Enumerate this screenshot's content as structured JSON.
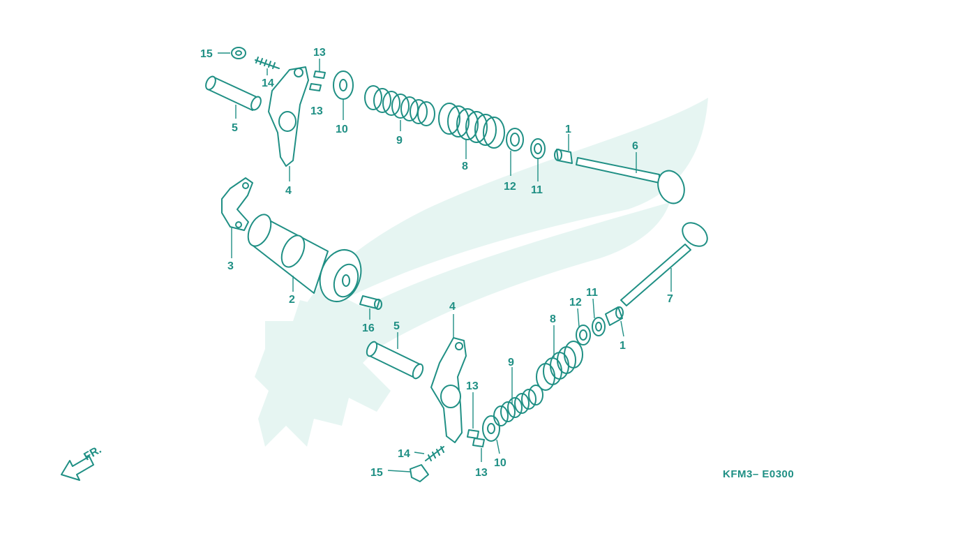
{
  "diagram": {
    "code": "KFM3– E0300",
    "fr_label": "FR.",
    "labels": {
      "p1a": "1",
      "p1b": "1",
      "p2": "2",
      "p3": "3",
      "p4a": "4",
      "p4b": "4",
      "p5a": "5",
      "p5b": "5",
      "p6": "6",
      "p7": "7",
      "p8a": "8",
      "p8b": "8",
      "p9a": "9",
      "p9b": "9",
      "p10a": "10",
      "p10b": "10",
      "p11a": "11",
      "p11b": "11",
      "p12a": "12",
      "p12b": "12",
      "p13a": "13",
      "p13b": "13",
      "p13c": "13",
      "p13d": "13",
      "p14a": "14",
      "p14b": "14",
      "p15a": "15",
      "p15b": "15",
      "p16": "16"
    },
    "colors": {
      "line": "#1f8f84",
      "watermark": "#e6f5f2"
    }
  }
}
